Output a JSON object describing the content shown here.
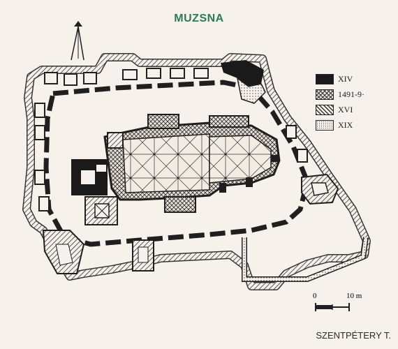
{
  "title": "MUZSNA",
  "credit": "SZENTPÉTERY T.",
  "legend": [
    {
      "label": "XIV",
      "pattern": "solid"
    },
    {
      "label": "1491-9·",
      "pattern": "cross"
    },
    {
      "label": "XVI",
      "pattern": "hatch"
    },
    {
      "label": "XIX",
      "pattern": "dots"
    }
  ],
  "scale": {
    "start_label": "0",
    "end_label": "10 m"
  },
  "colors": {
    "title": "#2f7a52",
    "ink": "#1f1f1f",
    "paper": "#f6f1ea"
  }
}
